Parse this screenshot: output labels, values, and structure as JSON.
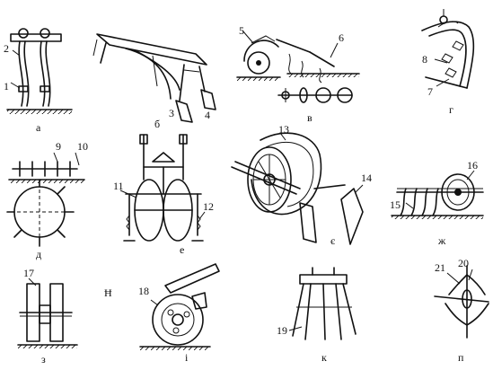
{
  "labels": {
    "a": "а",
    "b": "б",
    "v": "в",
    "g": "г",
    "d": "д",
    "e": "е",
    "ye": "є",
    "zh": "ж",
    "z": "з",
    "i": "і",
    "k": "к",
    "p": "п",
    "stray": "Ħ"
  },
  "callouts": [
    "1",
    "2",
    "3",
    "4",
    "5",
    "6",
    "7",
    "8",
    "9",
    "10",
    "11",
    "12",
    "13",
    "14",
    "15",
    "16",
    "17",
    "18",
    "19",
    "20",
    "21"
  ]
}
